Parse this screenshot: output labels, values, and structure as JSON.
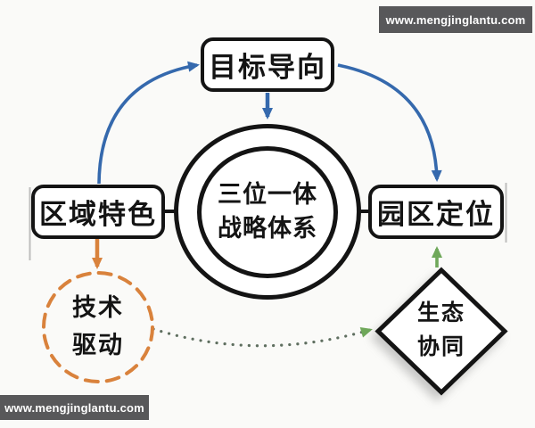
{
  "watermark": {
    "text": "www.mengjinglantu.com"
  },
  "diagram": {
    "center": {
      "line1": "三位一体",
      "line2": "战略体系"
    },
    "nodes": {
      "goal": {
        "label": "目标导向",
        "shape": "rounded-rect"
      },
      "region": {
        "label": "区域特色",
        "shape": "rounded-rect"
      },
      "park": {
        "label": "园区定位",
        "shape": "rounded-rect"
      },
      "tech": {
        "line1": "技术",
        "line2": "驱动",
        "shape": "dashed-circle"
      },
      "eco": {
        "line1": "生态",
        "line2": "协同",
        "shape": "diamond"
      }
    },
    "edges": [
      {
        "from": "区域特色",
        "to": "目标导向",
        "style": "solid-curve",
        "color": "blue"
      },
      {
        "from": "目标导向",
        "to": "三位一体战略体系",
        "style": "solid-straight",
        "color": "blue"
      },
      {
        "from": "目标导向",
        "to": "园区定位",
        "style": "solid-curve",
        "color": "blue"
      },
      {
        "from": "区域特色",
        "to": "技术驱动",
        "style": "solid-straight",
        "color": "orange"
      },
      {
        "from": "技术驱动",
        "to": "生态协同",
        "style": "dotted-curve",
        "color": "green"
      },
      {
        "from": "生态协同",
        "to": "园区定位",
        "style": "solid-straight",
        "color": "green"
      },
      {
        "from": "区域特色",
        "to": "三位一体战略体系",
        "style": "plain-connector",
        "color": "ink"
      },
      {
        "from": "园区定位",
        "to": "三位一体战略体系",
        "style": "plain-connector",
        "color": "ink"
      }
    ]
  },
  "colors": {
    "blue": "#3569ad",
    "orange": "#d9823c",
    "green": "#6fa85a",
    "dot": "#5f6f60",
    "ink": "#141414",
    "barbg": "#58585a",
    "bg": "#fafaf8"
  }
}
